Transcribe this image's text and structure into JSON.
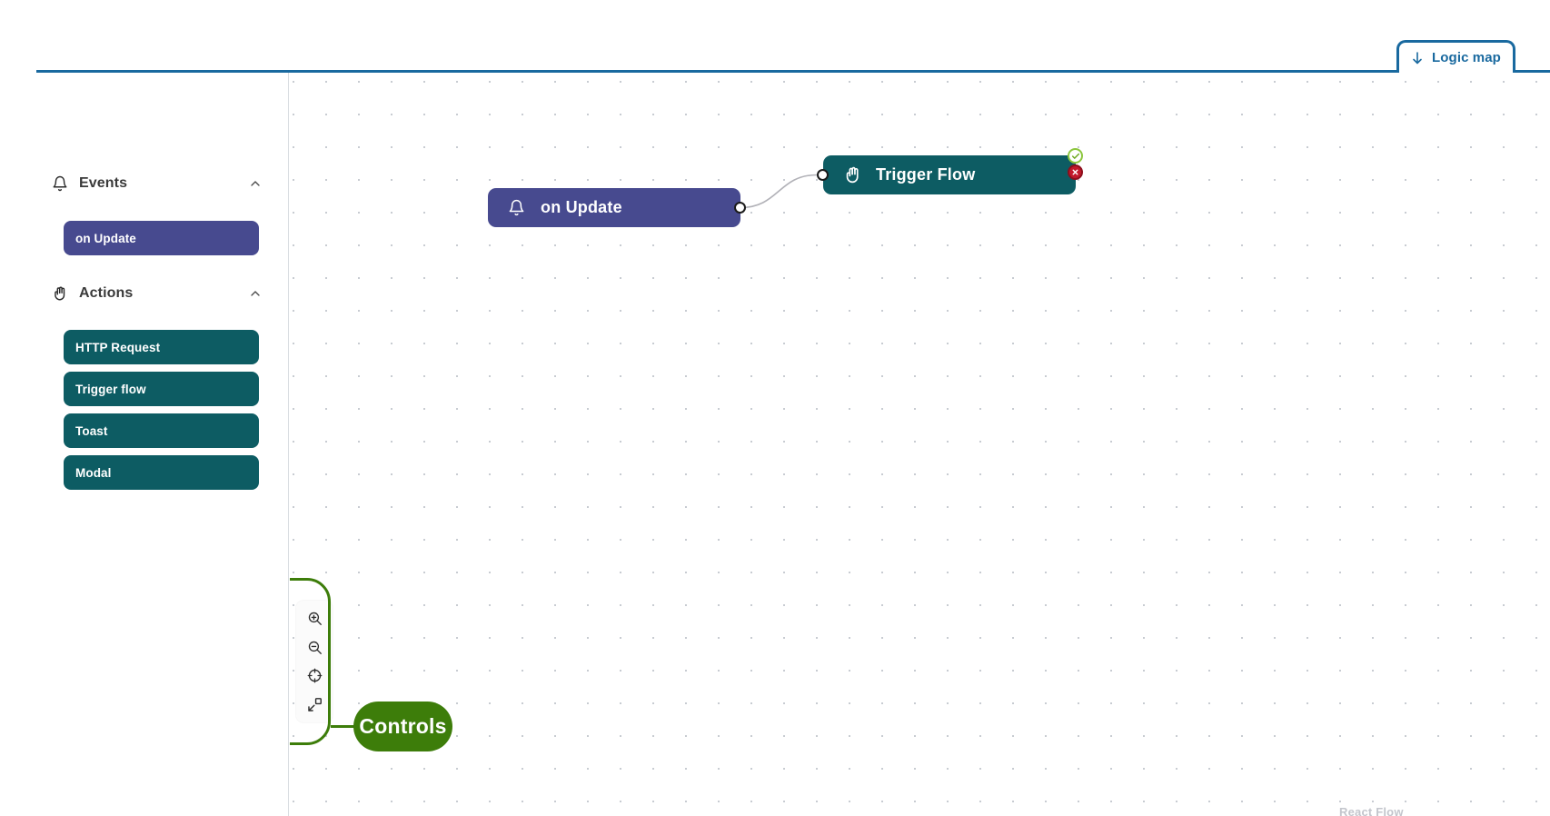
{
  "header": {
    "tab": {
      "label": "Logic map",
      "icon": "arrow-down-icon",
      "accent_color": "#19699f",
      "active": true
    }
  },
  "sidebar": {
    "sections": [
      {
        "id": "events",
        "title": "Events",
        "icon": "bell-icon",
        "collapse_icon": "chevron-up-icon",
        "expanded": true,
        "items": [
          {
            "label": "on Update",
            "color": "#474a8f"
          }
        ]
      },
      {
        "id": "actions",
        "title": "Actions",
        "icon": "hand-icon",
        "collapse_icon": "chevron-up-icon",
        "expanded": true,
        "items": [
          {
            "label": "HTTP Request",
            "color": "#0d5c63"
          },
          {
            "label": "Trigger flow",
            "color": "#0d5c63"
          },
          {
            "label": "Toast",
            "color": "#0d5c63"
          },
          {
            "label": "Modal",
            "color": "#0d5c63"
          }
        ]
      }
    ]
  },
  "canvas": {
    "background": "dot-grid",
    "nodes": [
      {
        "id": "on-update",
        "label": "on Update",
        "icon": "bell-icon",
        "color": "#474a8f",
        "type": "event"
      },
      {
        "id": "trigger-flow",
        "label": "Trigger Flow",
        "icon": "hand-icon",
        "color": "#0d5c63",
        "type": "action",
        "badges": [
          {
            "name": "valid-badge",
            "icon": "check-icon",
            "color": "#8cc63e"
          },
          {
            "name": "remove-badge",
            "icon": "close-icon",
            "color": "#c2192b"
          }
        ]
      }
    ],
    "edges": [
      {
        "from": "on-update",
        "to": "trigger-flow",
        "style": "bezier",
        "color": "#b1b1b7"
      }
    ],
    "watermark": "React Flow"
  },
  "controls": {
    "annotation_label": "Controls",
    "annotation_color": "#3d7d0a",
    "buttons": [
      {
        "name": "zoom-in-button",
        "icon": "zoom-in-icon"
      },
      {
        "name": "zoom-out-button",
        "icon": "zoom-out-icon"
      },
      {
        "name": "fit-view-button",
        "icon": "fit-view-icon"
      },
      {
        "name": "toggle-interactivity-button",
        "icon": "resize-icon"
      }
    ]
  }
}
